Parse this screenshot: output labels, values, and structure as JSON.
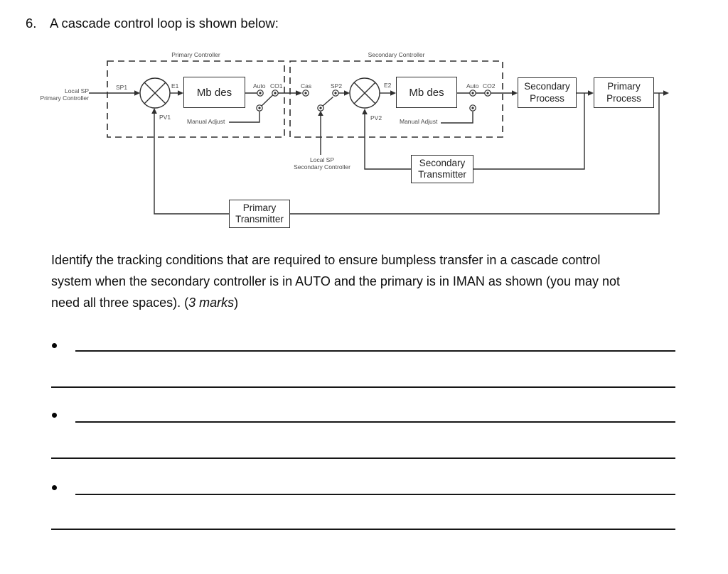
{
  "page": {
    "question_number": "6.",
    "heading": "A cascade control loop is shown below:"
  },
  "diagram": {
    "primary_controller": {
      "title": "Primary Controller",
      "input_label_line1": "Local SP",
      "input_label_line2": "Primary Controller",
      "sp_label": "SP1",
      "error_label": "E1",
      "pv_label": "PV1",
      "block_label": "Mb des",
      "auto_label": "Auto",
      "output_label": "CO1",
      "manual_adjust_label": "Manual Adjust"
    },
    "secondary_controller": {
      "title": "Secondary Controller",
      "cas_label": "Cas",
      "sp_label": "SP2",
      "error_label": "E2",
      "pv_label": "PV2",
      "block_label": "Mb des",
      "auto_label": "Auto",
      "output_label": "CO2",
      "manual_adjust_label": "Manual Adjust",
      "local_sp_line1": "Local SP",
      "local_sp_line2": "Secondary Controller"
    },
    "blocks": {
      "secondary_process": "Secondary Process",
      "primary_process": "Primary Process",
      "secondary_transmitter": "Secondary Transmitter",
      "primary_transmitter": "Primary Transmitter"
    },
    "colors": {
      "line": "#2f2f2f",
      "small_label": "#4a4a4a"
    }
  },
  "question": {
    "line1": "Identify the tracking conditions that are required to ensure bumpless transfer in a cascade control",
    "line2": "system when the secondary controller is in AUTO and the primary is in IMAN as shown (you may not",
    "line3_before": "need all three spaces). (",
    "line3_italic": "3 marks",
    "line3_after": ")"
  },
  "answer_section": {
    "bullet_count": 3
  }
}
